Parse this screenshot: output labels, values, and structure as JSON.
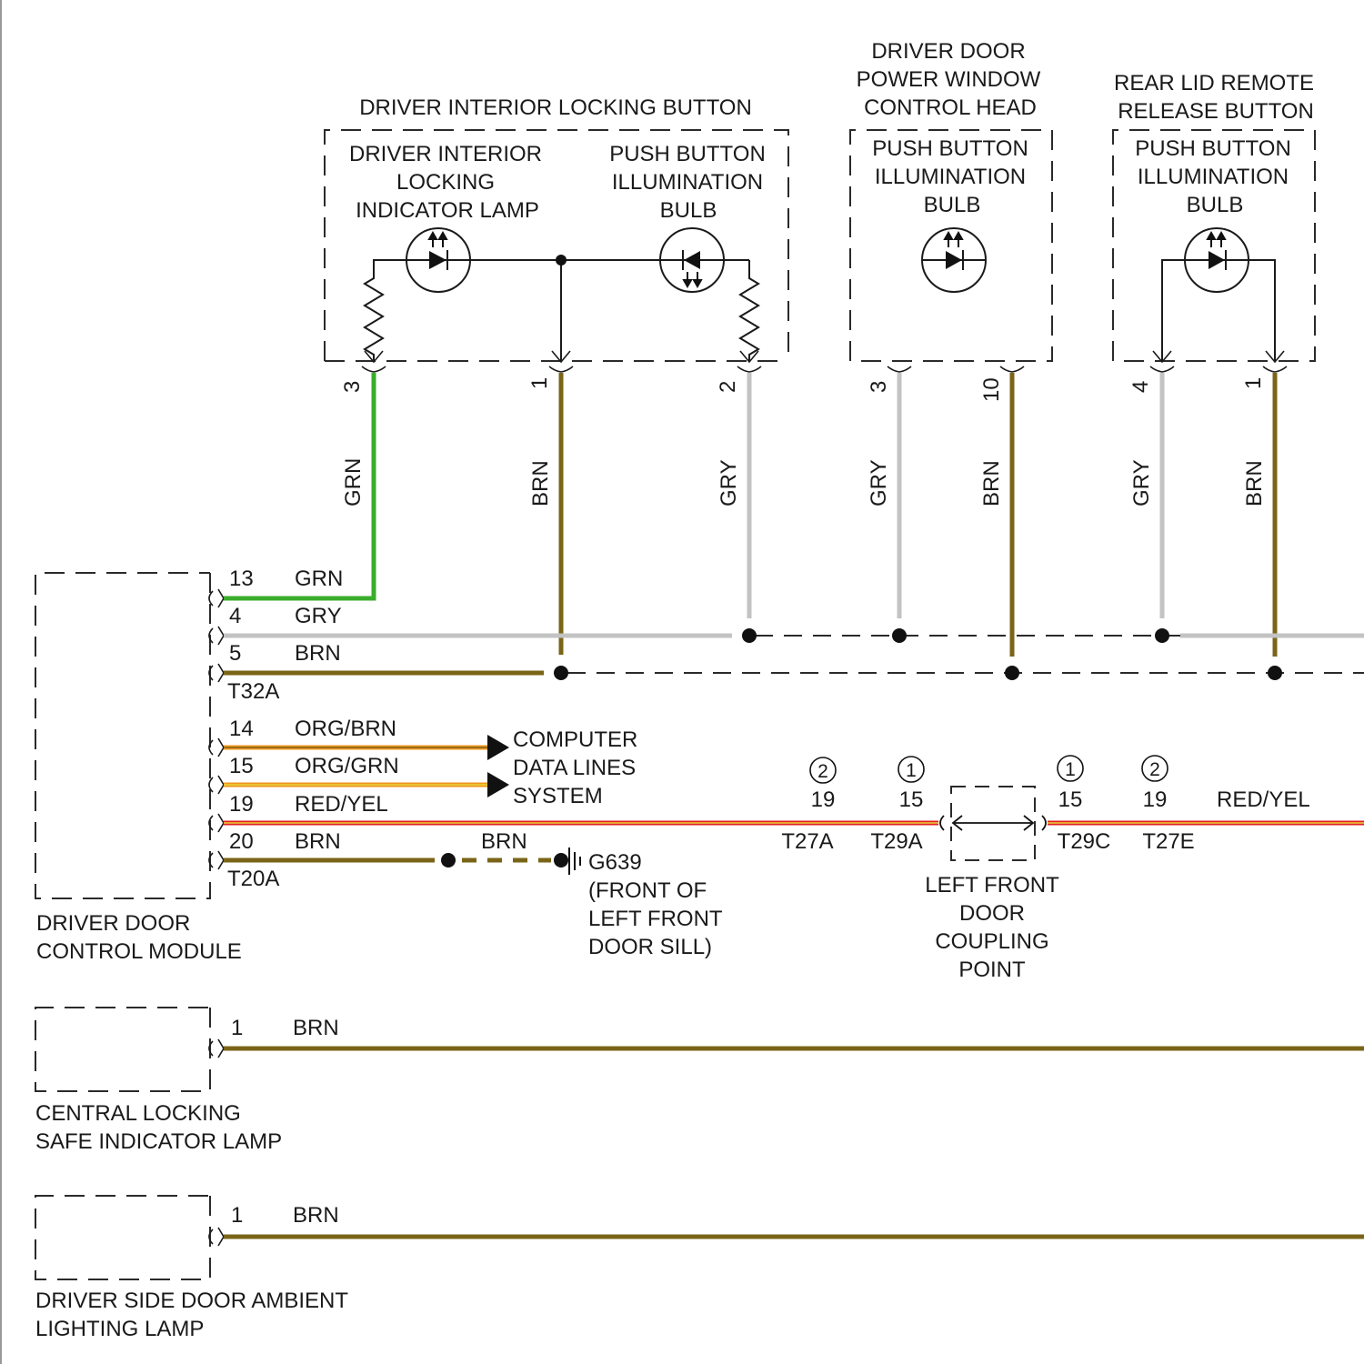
{
  "colors": {
    "GRN": "#3aad2c",
    "GRY": "#c3c3c3",
    "BRN": "#7a6418",
    "ORG": "#f0961e",
    "YEL": "#e8d23a",
    "RED": "#e02020"
  },
  "components": {
    "locking_button": {
      "title": "DRIVER INTERIOR LOCKING BUTTON",
      "indicator_lamp": [
        "DRIVER INTERIOR",
        "LOCKING",
        "INDICATOR LAMP"
      ],
      "push_button_bulb": [
        "PUSH BUTTON",
        "ILLUMINATION",
        "BULB"
      ]
    },
    "window_control": {
      "title": [
        "DRIVER DOOR",
        "POWER WINDOW",
        "CONTROL HEAD"
      ],
      "bulb": [
        "PUSH BUTTON",
        "ILLUMINATION",
        "BULB"
      ]
    },
    "rear_lid": {
      "title": [
        "REAR LID REMOTE",
        "RELEASE BUTTON"
      ],
      "bulb": [
        "PUSH BUTTON",
        "ILLUMINATION",
        "BULB"
      ]
    },
    "control_module": [
      "DRIVER DOOR",
      "CONTROL MODULE"
    ],
    "safe_lamp": [
      "CENTRAL LOCKING",
      "SAFE INDICATOR LAMP"
    ],
    "ambient_lamp": [
      "DRIVER SIDE DOOR AMBIENT",
      "LIGHTING LAMP"
    ],
    "coupling_point": [
      "LEFT FRONT",
      "DOOR",
      "COUPLING",
      "POINT"
    ],
    "ground": {
      "id": "G639",
      "location": [
        "(FRONT OF",
        "LEFT FRONT",
        "DOOR SILL)"
      ]
    },
    "data_lines": [
      "COMPUTER",
      "DATA LINES",
      "SYSTEM"
    ]
  },
  "vertical_wires": [
    {
      "pin": "3",
      "color": "GRN"
    },
    {
      "pin": "1",
      "color": "BRN"
    },
    {
      "pin": "2",
      "color": "GRY"
    },
    {
      "pin": "3",
      "color": "GRY"
    },
    {
      "pin": "10",
      "color": "BRN"
    },
    {
      "pin": "4",
      "color": "GRY"
    },
    {
      "pin": "1",
      "color": "BRN"
    }
  ],
  "module_pins": [
    {
      "pin": "13",
      "color": "GRN"
    },
    {
      "pin": "4",
      "color": "GRY"
    },
    {
      "pin": "5",
      "color": "BRN"
    },
    {
      "pin": "14",
      "color": "ORG/BRN"
    },
    {
      "pin": "15",
      "color": "ORG/GRN"
    },
    {
      "pin": "19",
      "color": "RED/YEL"
    },
    {
      "pin": "20",
      "color": "BRN"
    }
  ],
  "connectors": {
    "module_upper": "T32A",
    "module_lower": "T20A",
    "coupling": [
      {
        "circle": "2",
        "pin": "19",
        "name": "T27A"
      },
      {
        "circle": "1",
        "pin": "15",
        "name": "T29A"
      },
      {
        "circle": "1",
        "pin": "15",
        "name": "T29C"
      },
      {
        "circle": "2",
        "pin": "19",
        "name": "T27E"
      }
    ]
  },
  "wire_labels": {
    "ground_wire": "BRN",
    "red_yel_right": "RED/YEL",
    "safe_lamp_pin": "1",
    "safe_lamp_wire": "BRN",
    "ambient_pin": "1",
    "ambient_wire": "BRN"
  }
}
